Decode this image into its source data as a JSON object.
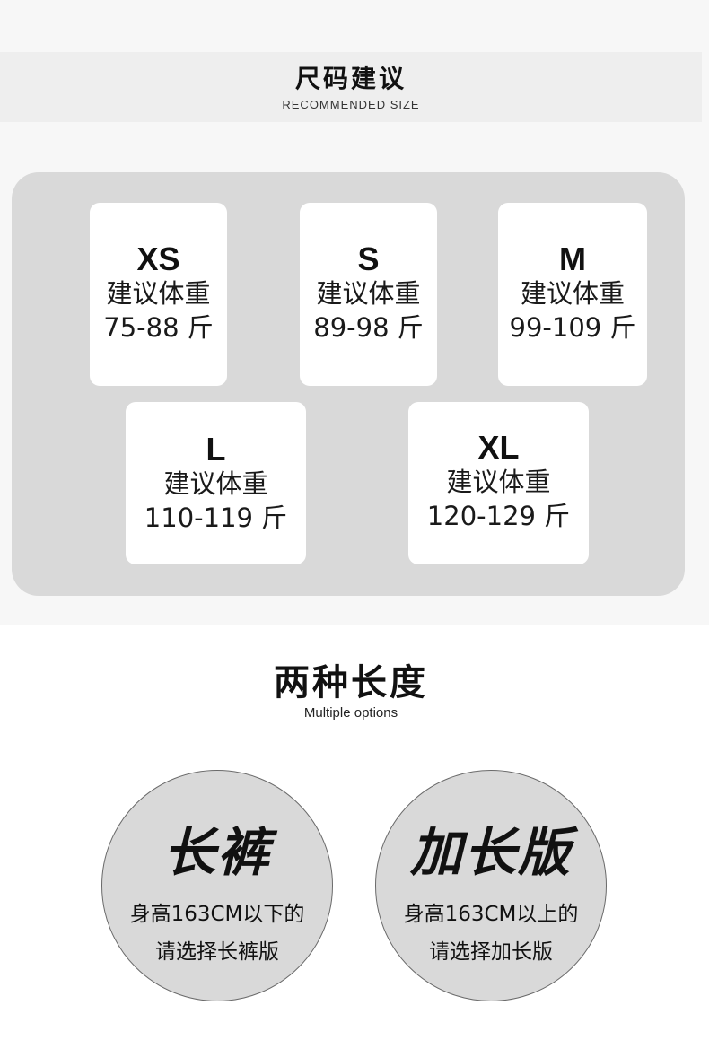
{
  "size_section": {
    "title_cn": "尺码建议",
    "title_en": "RECOMMENDED SIZE",
    "cards": [
      {
        "size": "XS",
        "label": "建议体重",
        "range": "75-88 斤"
      },
      {
        "size": "S",
        "label": "建议体重",
        "range": "89-98 斤"
      },
      {
        "size": "M",
        "label": "建议体重",
        "range": "99-109 斤"
      },
      {
        "size": "L",
        "label": "建议体重",
        "range": "110-119 斤"
      },
      {
        "size": "XL",
        "label": "建议体重",
        "range": "120-129 斤"
      }
    ]
  },
  "length_section": {
    "title_cn": "两种长度",
    "title_en": "Multiple options",
    "options": [
      {
        "name": "长裤",
        "line1": "身高163CM以下的",
        "line2": "请选择长裤版"
      },
      {
        "name": "加长版",
        "line1": "身高163CM以上的",
        "line2": "请选择加长版"
      }
    ]
  }
}
